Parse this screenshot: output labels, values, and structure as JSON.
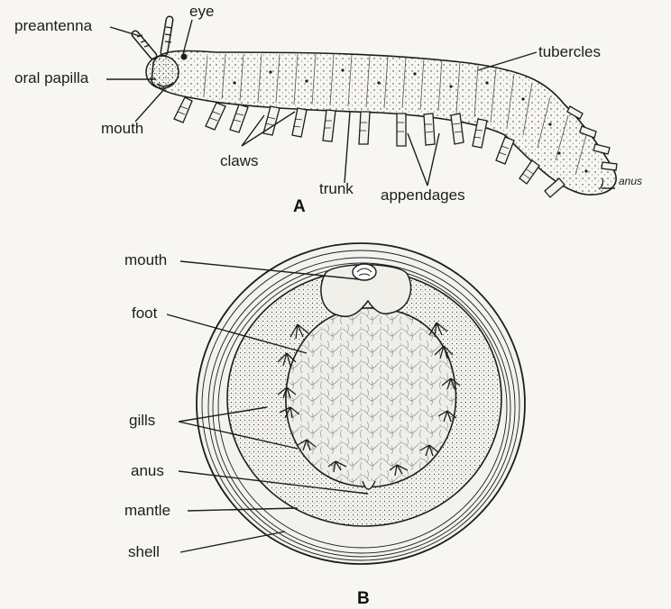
{
  "figure_a": {
    "caption": "A",
    "labels": {
      "preantenna": "preantenna",
      "eye": "eye",
      "oral_papilla": "oral papilla",
      "mouth": "mouth",
      "claws": "claws",
      "trunk": "trunk",
      "appendages": "appendages",
      "tubercles": "tubercles",
      "anus": "anus"
    }
  },
  "figure_b": {
    "caption": "B",
    "labels": {
      "mouth": "mouth",
      "foot": "foot",
      "gills": "gills",
      "anus": "anus",
      "mantle": "mantle",
      "shell": "shell"
    }
  },
  "colors": {
    "ink": "#1d1d1d",
    "paper": "#f7f6f3",
    "body_fill": "#ecebe6"
  }
}
